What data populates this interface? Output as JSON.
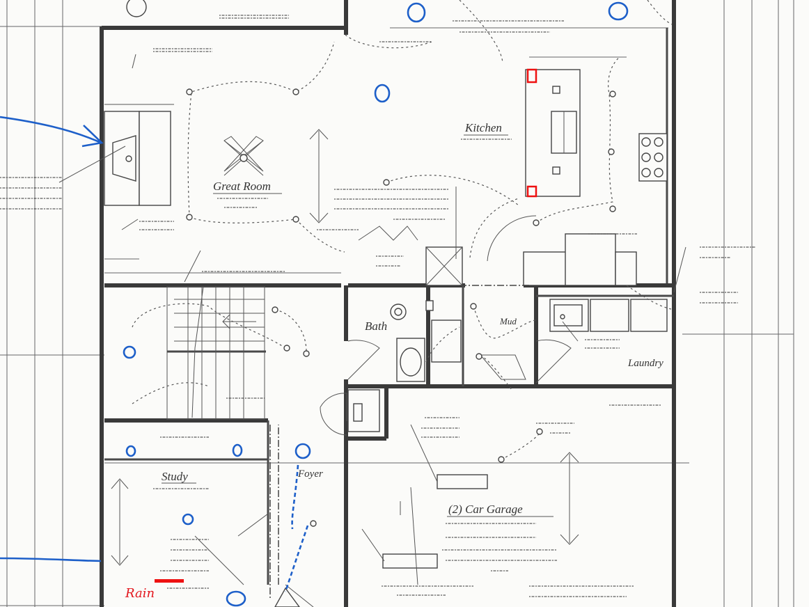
{
  "rooms": {
    "great_room": "Great Room",
    "kitchen": "Kitchen",
    "bath": "Bath",
    "mud": "Mud",
    "laundry": "Laundry",
    "study": "Study",
    "foyer": "Foyer",
    "garage": "(2) Car Garage"
  },
  "handwritten": {
    "rain_note": "Rain"
  },
  "colors": {
    "wall": "#3a3a3a",
    "annotation_blue": "#1d5fc9",
    "annotation_red": "#e3161d",
    "paper": "#fbfbf9"
  }
}
